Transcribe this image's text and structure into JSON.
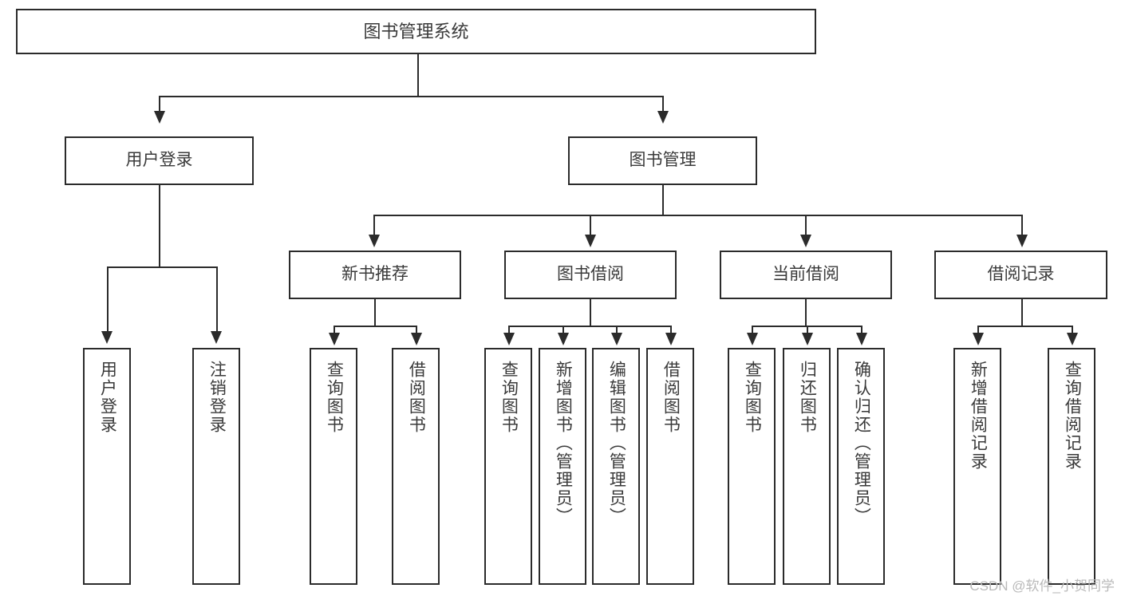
{
  "diagram": {
    "title": "图书管理系统",
    "watermark": "CSDN @软件_小贺同学",
    "line_color": "#2b2b2b",
    "text_color": "#3a3a3a",
    "background": "#ffffff"
  },
  "nodes": {
    "root": {
      "label": "图书管理系统"
    },
    "level2": [
      {
        "id": "user-login",
        "label": "用户登录"
      },
      {
        "id": "book-manage",
        "label": "图书管理"
      }
    ],
    "level3": [
      {
        "id": "new-book-recommend",
        "label": "新书推荐"
      },
      {
        "id": "book-borrow",
        "label": "图书借阅"
      },
      {
        "id": "current-borrow",
        "label": "当前借阅"
      },
      {
        "id": "borrow-record",
        "label": "借阅记录"
      }
    ],
    "leaves": {
      "user_login": [
        {
          "id": "leaf-user-login",
          "label": "用户登录"
        },
        {
          "id": "leaf-logout-login",
          "label": "注销登录"
        }
      ],
      "new_book_recommend": [
        {
          "id": "leaf-query-book-1",
          "label": "查询图书"
        },
        {
          "id": "leaf-borrow-book-1",
          "label": "借阅图书"
        }
      ],
      "book_borrow": [
        {
          "id": "leaf-query-book-2",
          "label": "查询图书"
        },
        {
          "id": "leaf-add-book",
          "label": "新增图书（管理员）"
        },
        {
          "id": "leaf-edit-book",
          "label": "编辑图书（管理员）"
        },
        {
          "id": "leaf-borrow-book-2",
          "label": "借阅图书"
        }
      ],
      "current_borrow": [
        {
          "id": "leaf-query-book-3",
          "label": "查询图书"
        },
        {
          "id": "leaf-return-book",
          "label": "归还图书"
        },
        {
          "id": "leaf-confirm-return",
          "label": "确认归还（管理员）"
        }
      ],
      "borrow_record": [
        {
          "id": "leaf-add-borrow-record",
          "label": "新增借阅记录"
        },
        {
          "id": "leaf-query-borrow-record",
          "label": "查询借阅记录"
        }
      ]
    }
  }
}
